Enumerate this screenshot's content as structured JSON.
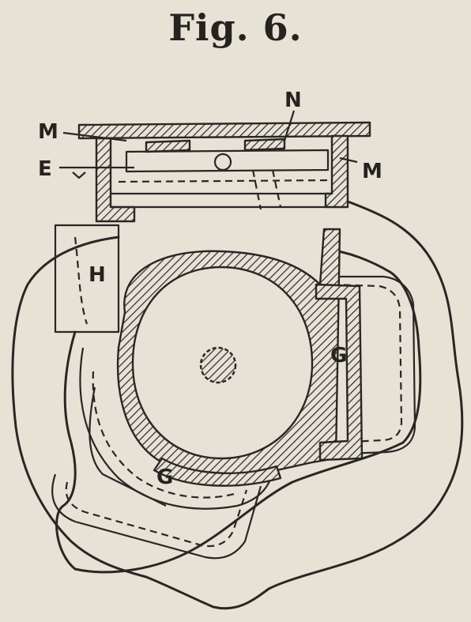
{
  "title": "Fig. 6.",
  "labels": {
    "N": "N",
    "M_left": "M",
    "M_right": "M",
    "E": "E",
    "H": "H",
    "G_right": "G",
    "G_bottom": "G"
  },
  "colors": {
    "paper": "#e6e2d6",
    "ink": "#2a2624"
  }
}
